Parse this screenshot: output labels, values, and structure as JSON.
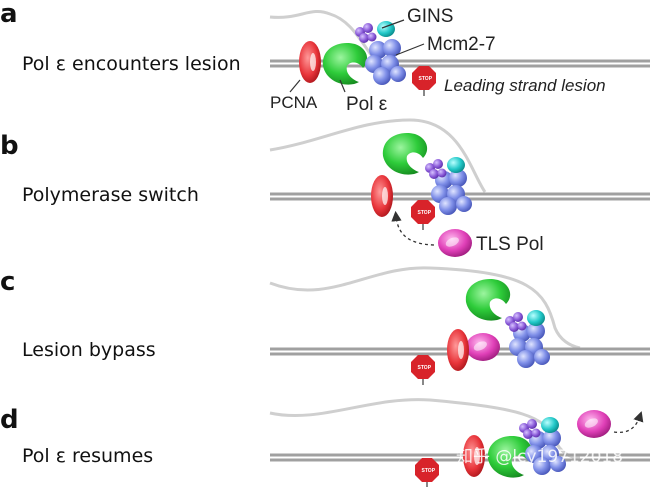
{
  "panels": [
    {
      "letter": "a",
      "title": "Pol ε encounters lesion"
    },
    {
      "letter": "b",
      "title": "Polymerase switch"
    },
    {
      "letter": "c",
      "title": "Lesion bypass"
    },
    {
      "letter": "d",
      "title": "Pol ε resumes"
    }
  ],
  "labels": {
    "gins": "GINS",
    "mcm": "Mcm2-7",
    "pcna": "PCNA",
    "pol_e": "Pol ε",
    "lesion": "Leading strand lesion",
    "tls": "TLS Pol",
    "stop": "STOP"
  },
  "watermark": "知乎 @lcy19712018",
  "colors": {
    "pcna": "#e8343a",
    "pol_e": "#2ecc3a",
    "mcm": "#7f8fe8",
    "gins_purple": "#8a5ad8",
    "gins_cyan": "#22c8c8",
    "tls": "#e040b8",
    "stop": "#d8232a",
    "dna": "#9a9a9a",
    "strand": "#cfcfcf"
  }
}
